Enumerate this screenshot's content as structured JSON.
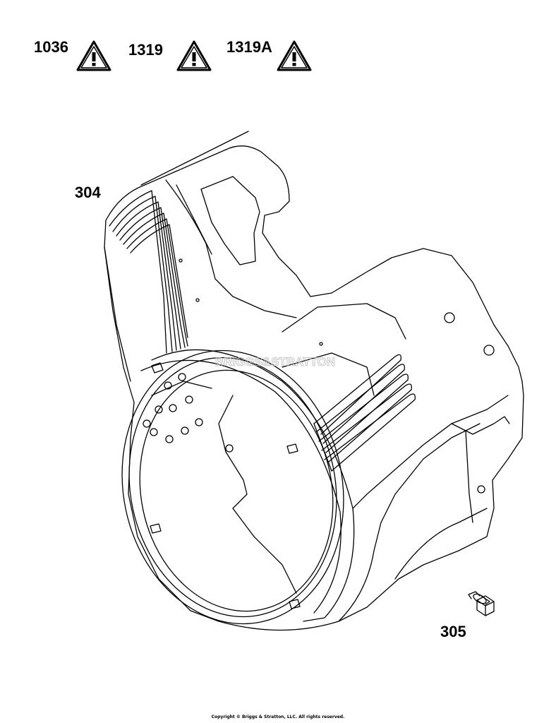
{
  "warnings": [
    {
      "code": "1036",
      "icon": "warning-triangle-icon"
    },
    {
      "code": "1319",
      "icon": "warning-triangle-icon"
    },
    {
      "code": "1319A",
      "icon": "warning-triangle-icon"
    }
  ],
  "parts": [
    {
      "number": "304",
      "description_icon": "blower-housing"
    },
    {
      "number": "305",
      "description_icon": "hex-flange-bolt"
    }
  ],
  "watermark": "BRIGGS&STRATTON",
  "copyright": "Copyright © Briggs & Stratton, LLC. All rights reserved."
}
